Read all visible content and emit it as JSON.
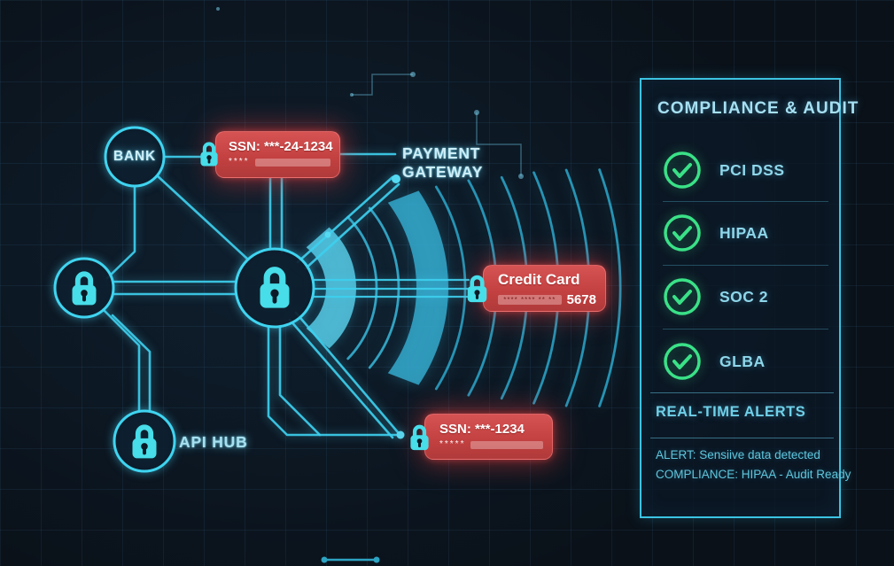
{
  "colors": {
    "accent_cyan": "#3ecfee",
    "lock_cyan": "#47dde9",
    "alert_red": "#c94444",
    "check_green": "#3ae187",
    "panel_border": "#3cc3e2"
  },
  "network": {
    "bank_label": "BANK",
    "api_hub_label": "API HUB",
    "payment_gateway_line1": "PAYMENT",
    "payment_gateway_line2": "GATEWAY"
  },
  "data_leaks": {
    "ssn_top": {
      "title": "SSN: ***-24-1234",
      "masked": "****"
    },
    "credit_card": {
      "title": "Credit Card",
      "masked": "**** **** ** **",
      "last4": "5678"
    },
    "ssn_bottom": {
      "title": "SSN: ***-1234",
      "masked": "*****"
    }
  },
  "panel": {
    "title": "COMPLIANCE & AUDIT",
    "items": [
      {
        "label": "PCI DSS"
      },
      {
        "label": "HIPAA"
      },
      {
        "label": "SOC 2"
      },
      {
        "label": "GLBA"
      }
    ],
    "alerts_title": "REAL-TIME ALERTS",
    "alert_lines": [
      "ALERT: Sensiive data detected",
      "COMPLIANCE: HIPAA - Audit Ready"
    ]
  }
}
